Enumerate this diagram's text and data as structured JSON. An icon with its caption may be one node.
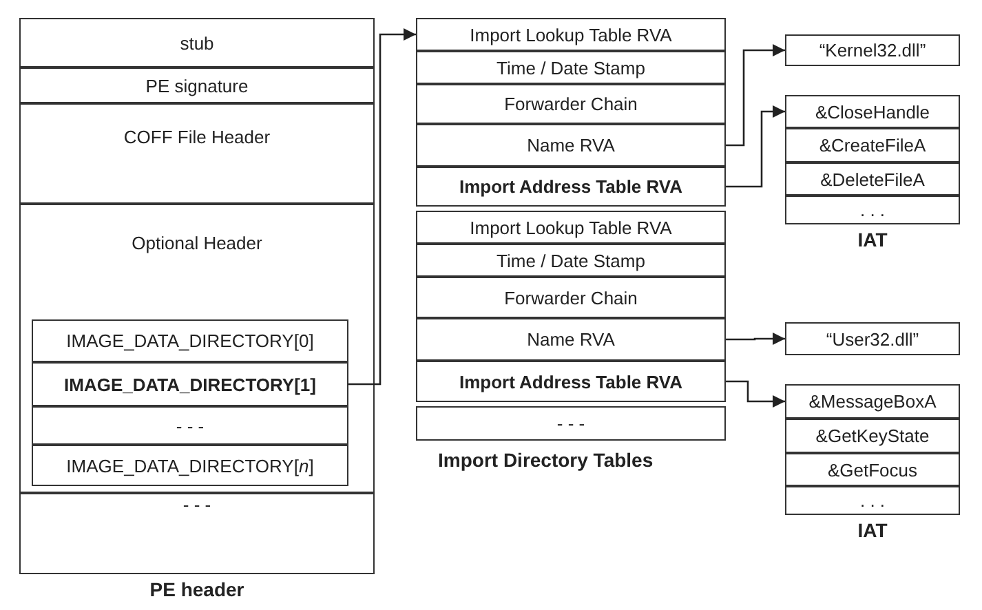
{
  "diagram": {
    "nodes": [
      {
        "text": [
          "PE header"
        ]
      },
      {
        "text": [
          "stub"
        ],
        "in": 0
      },
      {
        "text": [
          "PE signature"
        ],
        "in": 0
      },
      {
        "text": [
          "COFF File Header"
        ],
        "in": 0
      },
      {
        "text": [
          "Optional Header"
        ],
        "in": 0
      },
      {
        "text": [
          "IMAGE_DATA_DIRECTORY[0]"
        ],
        "in": 4
      },
      {
        "text": [
          "IMAGE_DATA_DIRECTORY[1]"
        ],
        "in": 4
      },
      {
        "text": [
          "- - -"
        ],
        "in": 4
      },
      {
        "text": [
          "IMAGE_DATA_DIRECTORY[*n*]"
        ],
        "in": 4
      },
      {
        "text": [
          "- - -"
        ],
        "in": 0
      },
      {
        "text": [],
        "shape": "box"
      },
      {
        "text": [
          "Import Lookup Table RVA"
        ],
        "in": 10
      },
      {
        "text": [
          "Time / Date Stamp"
        ],
        "in": 10
      },
      {
        "text": [
          "Forwarder Chain"
        ],
        "in": 10
      },
      {
        "text": [
          "Name RVA"
        ],
        "in": 10
      },
      {
        "text": [
          "Import Address Table RVA"
        ],
        "in": 10
      },
      {
        "text": [],
        "shape": "box"
      },
      {
        "text": [
          "Import Lookup Table RVA"
        ],
        "in": 16
      },
      {
        "text": [
          "Time / Date Stamp"
        ],
        "in": 16
      },
      {
        "text": [
          "Forwarder Chain"
        ],
        "in": 16
      },
      {
        "text": [
          "Name RVA"
        ],
        "in": 16
      },
      {
        "text": [
          "Import Address Table RVA"
        ],
        "in": 16
      },
      {
        "text": [
          "- - -"
        ]
      },
      {
        "text": [
          "“Kernel32.dll”"
        ]
      },
      {
        "text": [
          "IAT"
        ]
      },
      {
        "text": [
          "&CloseHandle"
        ],
        "in": 24
      },
      {
        "text": [
          "&CreateFileA"
        ],
        "in": 24
      },
      {
        "text": [
          "&DeleteFileA"
        ],
        "in": 24
      },
      {
        "text": [
          ". . ."
        ],
        "in": 24
      },
      {
        "text": [
          "“User32.dll”"
        ]
      },
      {
        "text": [
          "IAT"
        ]
      },
      {
        "text": [
          "&MessageBoxA"
        ],
        "in": 30
      },
      {
        "text": [
          "&GetKeyState"
        ],
        "in": 30
      },
      {
        "text": [
          "&GetFocus"
        ],
        "in": 30
      },
      {
        "text": [
          ". . ."
        ],
        "in": 30
      }
    ],
    "edges": [
      {
        "from": 6,
        "to": 11,
        "arrow": "to"
      },
      {
        "from": 14,
        "to": 23,
        "arrow": "to"
      },
      {
        "from": 15,
        "to": 25,
        "arrow": "to"
      },
      {
        "from": 20,
        "to": 29,
        "arrow": "to"
      },
      {
        "from": 21,
        "to": 31,
        "arrow": "to"
      }
    ],
    "labels": [
      "Import Directory Tables"
    ]
  }
}
